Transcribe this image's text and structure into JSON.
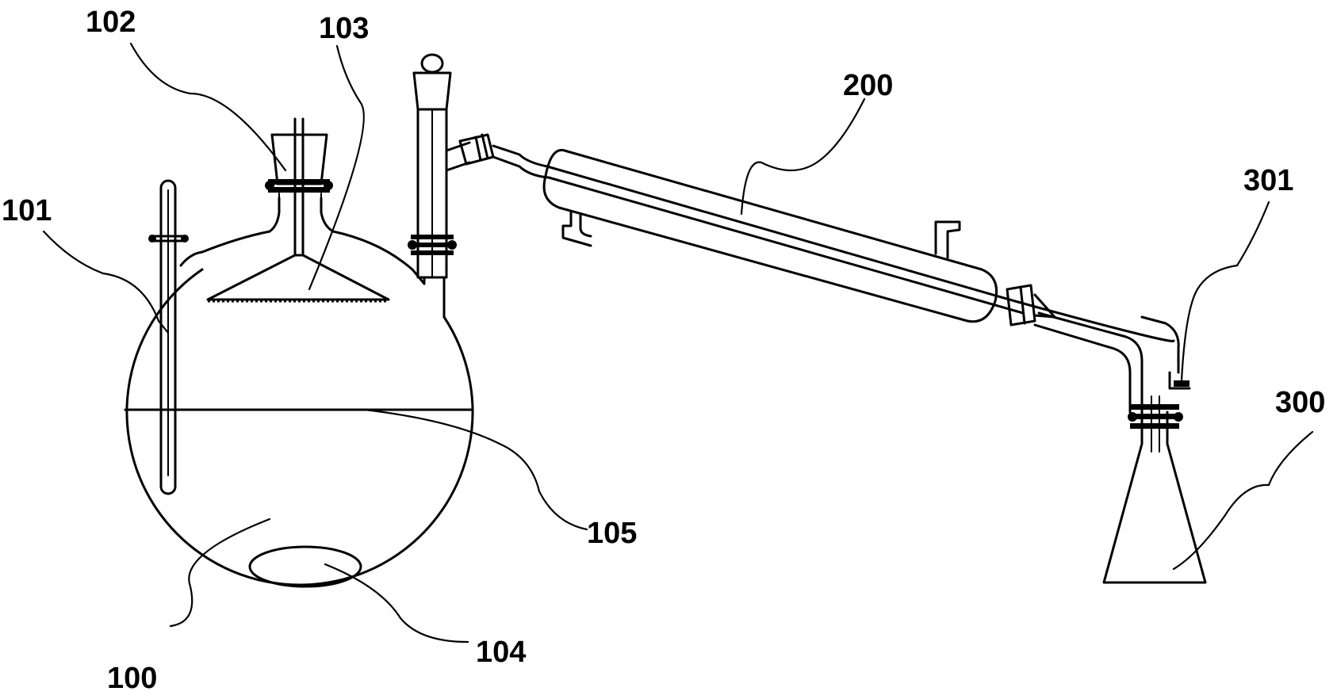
{
  "labels": {
    "flask": "100",
    "thermometer": "101",
    "stirrer_neck": "102",
    "stirrer_blade": "103",
    "stir_bar": "104",
    "liquid_level": "105",
    "condenser": "200",
    "receiver": "300",
    "vent": "301"
  }
}
